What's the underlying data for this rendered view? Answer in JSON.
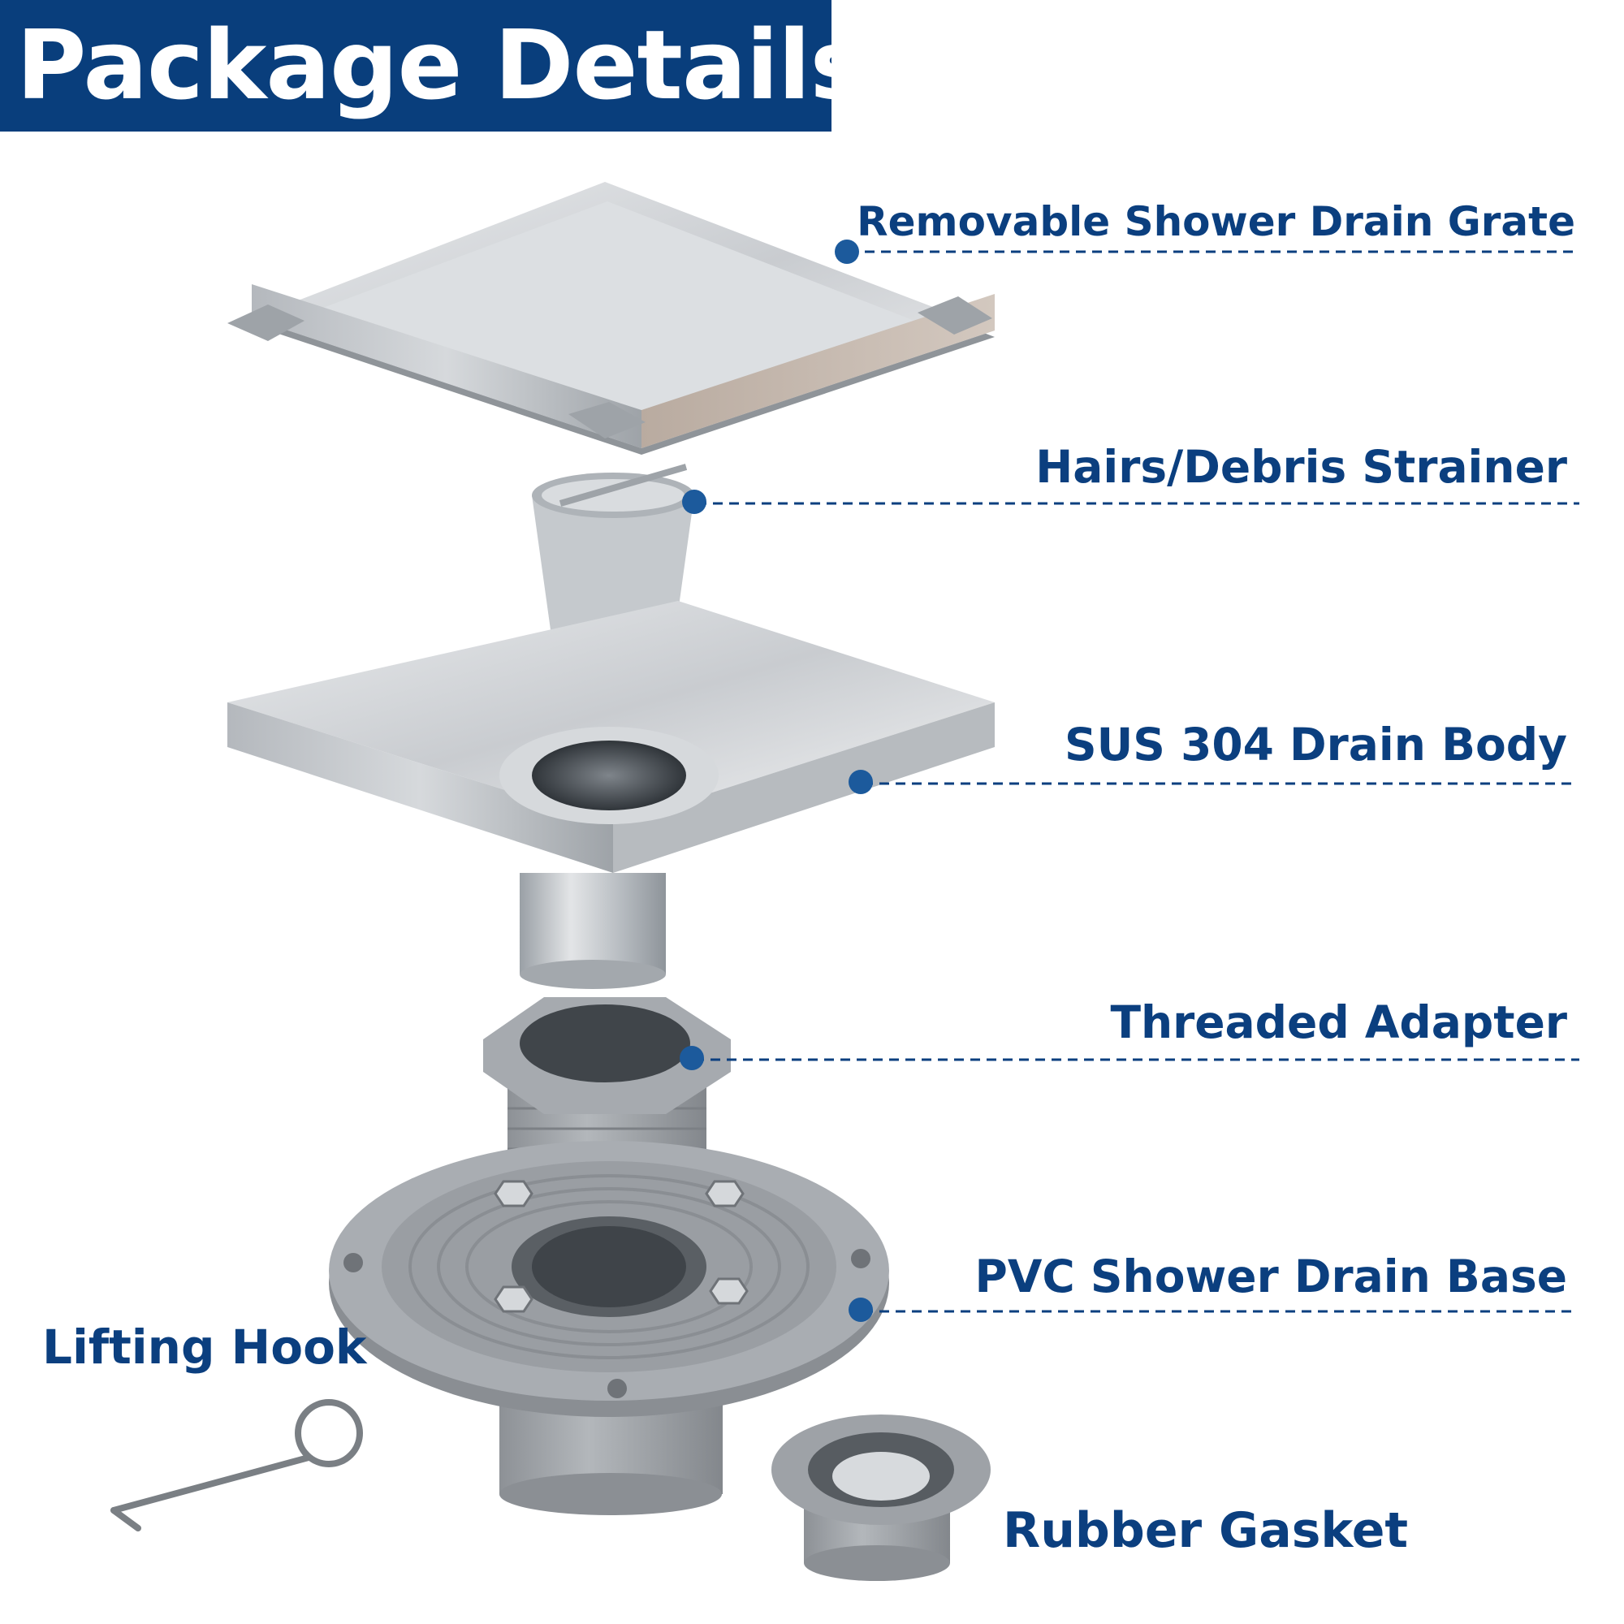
{
  "header": {
    "title": "Package Details"
  },
  "colors": {
    "brand": "#093e7c",
    "label": "#0b3f7f",
    "leader_dot": "#1c5a9c"
  },
  "parts": [
    {
      "name": "Removable Shower Drain Grate",
      "icon": "grate-icon"
    },
    {
      "name": "Hairs/Debris Strainer",
      "icon": "strainer-icon"
    },
    {
      "name": "SUS 304 Drain Body",
      "icon": "drain-body-icon"
    },
    {
      "name": "Threaded Adapter",
      "icon": "threaded-adapter-icon"
    },
    {
      "name": "PVC Shower Drain Base",
      "icon": "drain-base-icon"
    },
    {
      "name": "Lifting Hook",
      "icon": "lifting-hook-icon"
    },
    {
      "name": "Rubber Gasket",
      "icon": "rubber-gasket-icon"
    }
  ]
}
